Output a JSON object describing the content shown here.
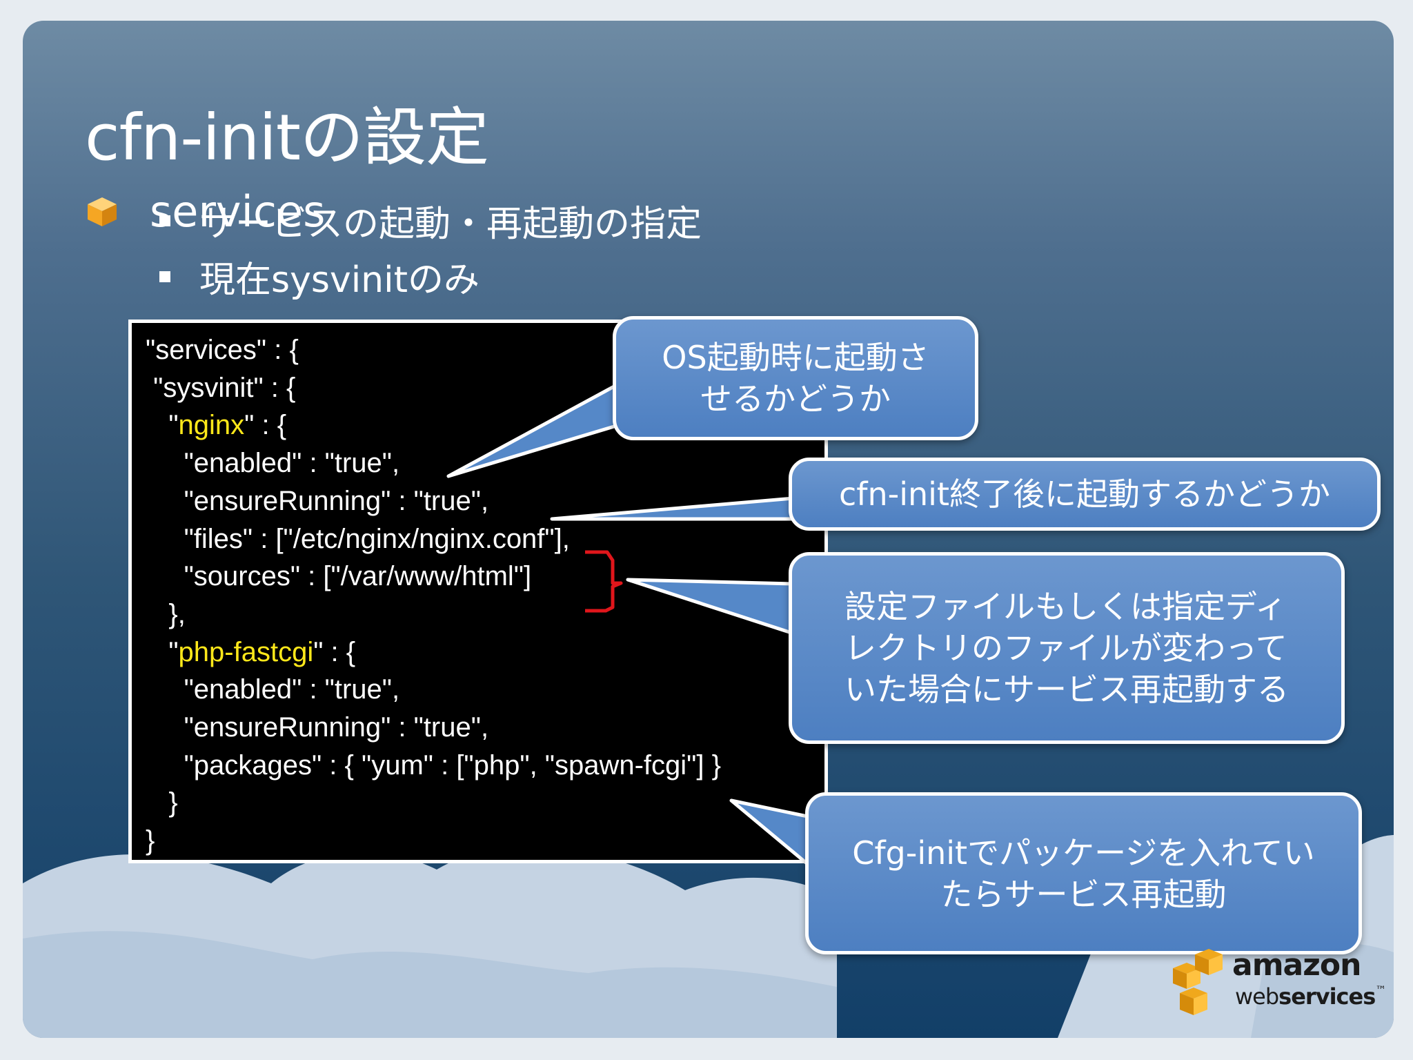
{
  "slide": {
    "title": "cfn-initの設定",
    "bullet": "services",
    "sub_bullets": [
      "サービスの起動・再起動の指定",
      "現在sysvinitのみ"
    ]
  },
  "code": {
    "lines": [
      {
        "prefix": "\"services\" : {",
        "key": "",
        "suffix": ""
      },
      {
        "prefix": " \"sysvinit\" : {",
        "key": "",
        "suffix": ""
      },
      {
        "prefix": "   \"",
        "key": "nginx",
        "suffix": "\" : {"
      },
      {
        "prefix": "     \"enabled\" : \"true\",",
        "key": "",
        "suffix": ""
      },
      {
        "prefix": "     \"ensureRunning\" : \"true\",",
        "key": "",
        "suffix": ""
      },
      {
        "prefix": "     \"files\" : [\"/etc/nginx/nginx.conf\"],",
        "key": "",
        "suffix": ""
      },
      {
        "prefix": "     \"sources\" : [\"/var/www/html\"]",
        "key": "",
        "suffix": ""
      },
      {
        "prefix": "   },",
        "key": "",
        "suffix": ""
      },
      {
        "prefix": "   \"",
        "key": "php-fastcgi",
        "suffix": "\" : {"
      },
      {
        "prefix": "     \"enabled\" : \"true\",",
        "key": "",
        "suffix": ""
      },
      {
        "prefix": "     \"ensureRunning\" : \"true\",",
        "key": "",
        "suffix": ""
      },
      {
        "prefix": "     \"packages\" : { \"yum\" : [\"php\", \"spawn-fcgi\"] }",
        "key": "",
        "suffix": ""
      },
      {
        "prefix": "   }",
        "key": "",
        "suffix": ""
      },
      {
        "prefix": "}",
        "key": "",
        "suffix": ""
      }
    ]
  },
  "callouts": {
    "os_boot": [
      "OS起動時に起動さ",
      "せるかどうか"
    ],
    "after_init": [
      "cfn-init終了後に起動するかどうか"
    ],
    "config_change": [
      "設定ファイルもしくは指定ディ",
      "レクトリのファイルが変わって",
      "いた場合にサービス再起動する"
    ],
    "package_install": [
      "Cfg-initでパッケージを入れてい",
      "たらサービス再起動"
    ]
  },
  "logo": {
    "word1": "amazon",
    "word2_a": "web",
    "word2_b": "services",
    "tm": "™"
  },
  "colors": {
    "background_top": "#6e8ba4",
    "background_bottom": "#123f68",
    "bubble": "#4f80c2",
    "code_key_highlight": "#ffe81a",
    "bracket_mark": "#e0161b",
    "bullet_icon": "#f5a623"
  },
  "icons": {
    "bullet": "orange-cube-icon",
    "logo": "aws-cubes-logo-icon"
  }
}
